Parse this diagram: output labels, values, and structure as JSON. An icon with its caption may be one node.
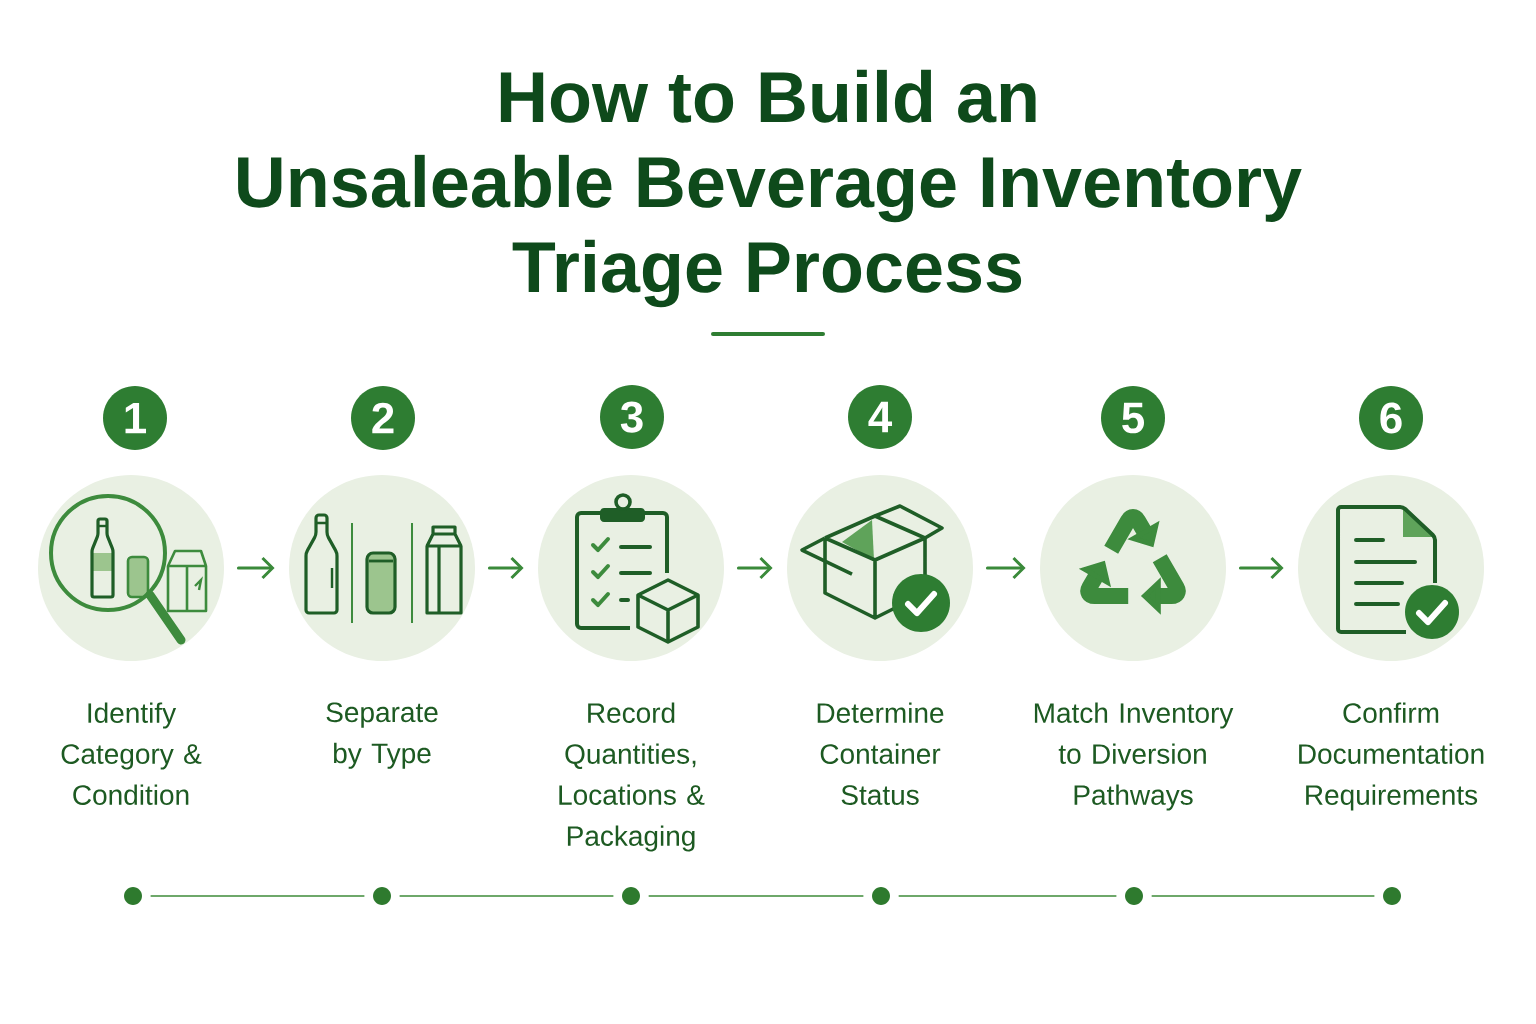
{
  "diagram": {
    "title": "How to Build an Unsaleable Beverage Inventory Triage Process",
    "nodes": [
      {
        "text": [
          "1"
        ]
      },
      {
        "text": [
          "2"
        ]
      },
      {
        "text": [
          "3"
        ]
      },
      {
        "text": [
          "4"
        ]
      },
      {
        "text": [
          "5"
        ]
      },
      {
        "text": [
          "6"
        ]
      },
      {
        "text": [],
        "shape": "circle",
        "beside": [
          "Identify Category & Condition"
        ]
      },
      {
        "text": [],
        "shape": "circle",
        "beside": [
          "Separate by Type"
        ]
      },
      {
        "text": [],
        "shape": "circle",
        "beside": [
          "Record Quantities, Locations & Packaging"
        ]
      },
      {
        "text": [],
        "shape": "circle",
        "beside": [
          "Determine Container Status"
        ]
      },
      {
        "text": [],
        "shape": "circle",
        "beside": [
          "Match Inventory to Diversion Pathways"
        ]
      },
      {
        "text": [],
        "shape": "circle",
        "beside": [
          "Confirm Documentation Requirements"
        ]
      },
      {
        "text": [],
        "shape": "circle"
      },
      {
        "text": [],
        "shape": "circle"
      },
      {
        "text": [],
        "shape": "circle"
      },
      {
        "text": [],
        "shape": "circle"
      },
      {
        "text": [],
        "shape": "circle"
      },
      {
        "text": [],
        "shape": "circle"
      }
    ],
    "edges": [
      {
        "from": 6,
        "to": 7,
        "arrow": "to"
      },
      {
        "from": 7,
        "to": 8,
        "arrow": "to"
      },
      {
        "from": 8,
        "to": 9,
        "arrow": "to"
      },
      {
        "from": 9,
        "to": 10,
        "arrow": "to"
      },
      {
        "from": 10,
        "to": 11,
        "arrow": "to"
      },
      {
        "from": 12,
        "to": 13,
        "arrow": "none",
        "color": "#6ea86a"
      },
      {
        "from": 13,
        "to": 14,
        "arrow": "none",
        "color": "#6ea86a"
      },
      {
        "from": 14,
        "to": 15,
        "arrow": "none",
        "color": "#6ea86a"
      },
      {
        "from": 15,
        "to": 16,
        "arrow": "none",
        "color": "#6ea86a"
      },
      {
        "from": 16,
        "to": 17,
        "arrow": "none",
        "color": "#6ea86a"
      }
    ]
  }
}
